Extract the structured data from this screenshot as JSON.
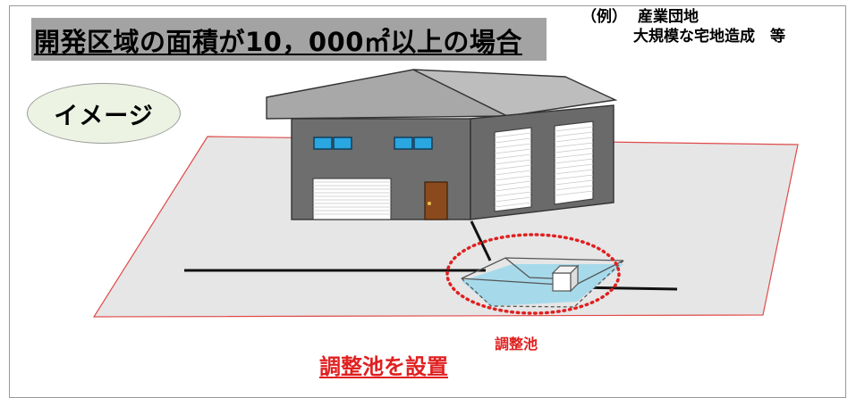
{
  "header": {
    "title": "開発区域の面積が10，000㎡以上の場合",
    "example_prefix": "（例）",
    "example_line1": "産業団地",
    "example_line2": "大規模な宅地造成　等"
  },
  "badge": {
    "label": "イメージ"
  },
  "diagram": {
    "pond_label": "調整池",
    "caption": "調整池を設置"
  },
  "colors": {
    "title_bg": "#a3a3a3",
    "ground": "#e6e6e6",
    "ground_border": "#e04a4a",
    "building_wall": "#6e6e6e",
    "roof": "#a8a8a8",
    "window": "#2aa6e0",
    "door": "#8a4a1e",
    "pond_water": "#a6daea",
    "accent_red": "#e02020",
    "badge_fill": "#ecf3e3"
  }
}
